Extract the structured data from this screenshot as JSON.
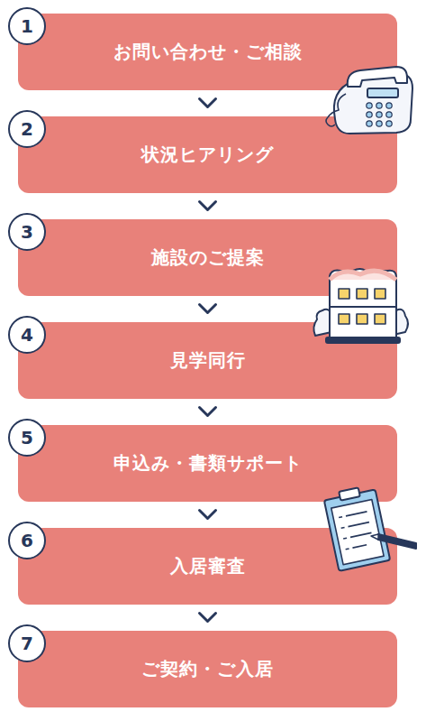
{
  "diagram": {
    "nodes": [
      {
        "text": [
          "1"
        ]
      },
      {
        "text": [
          "お問い合わせ・ご相談"
        ]
      },
      {
        "text": [
          "2"
        ]
      },
      {
        "text": [
          "状況ヒアリング"
        ]
      },
      {
        "text": [
          "3"
        ]
      },
      {
        "text": [
          "施設のご提案"
        ]
      },
      {
        "text": [
          "4"
        ]
      },
      {
        "text": [
          "見学同行"
        ]
      },
      {
        "text": [
          "5"
        ]
      },
      {
        "text": [
          "申込み・書類サポート"
        ]
      },
      {
        "text": [
          "6"
        ]
      },
      {
        "text": [
          "入居審査"
        ]
      },
      {
        "text": [
          "7"
        ]
      },
      {
        "text": [
          "ご契約・ご入居"
        ]
      }
    ],
    "edges": [
      {
        "from": 1,
        "to": 3,
        "arrow": "to"
      },
      {
        "from": 3,
        "to": 5,
        "arrow": "to"
      },
      {
        "from": 5,
        "to": 7,
        "arrow": "to"
      },
      {
        "from": 7,
        "to": 9,
        "arrow": "to"
      },
      {
        "from": 9,
        "to": 11,
        "arrow": "to"
      },
      {
        "from": 11,
        "to": 13,
        "arrow": "to"
      }
    ]
  }
}
